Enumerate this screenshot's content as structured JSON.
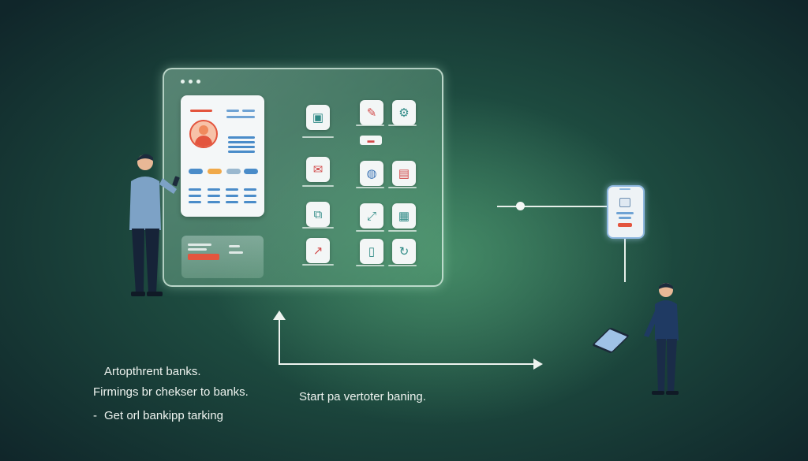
{
  "captions": {
    "line1": "Artopthrent banks.",
    "line2": "Firmings br chekser to banks.",
    "line3_bullet": "-",
    "line3": "Get orl bankipp tarking",
    "arrow_caption": "Start pa vertoter baning."
  },
  "colors": {
    "accent_red": "#e3553e",
    "accent_blue": "#4a8cc9",
    "accent_orange": "#f0a94a",
    "panel_glow": "#cfeedd",
    "background_dark": "#10262a",
    "background_green": "#2e6a55"
  },
  "icons": [
    "wallet-icon",
    "edit-icon",
    "settings-icon",
    "mail-icon",
    "globe-icon",
    "bank-card-icon",
    "transfer-icon",
    "sync-icon",
    "receipt-icon",
    "chart-icon",
    "phone-icon",
    "refresh-icon"
  ]
}
